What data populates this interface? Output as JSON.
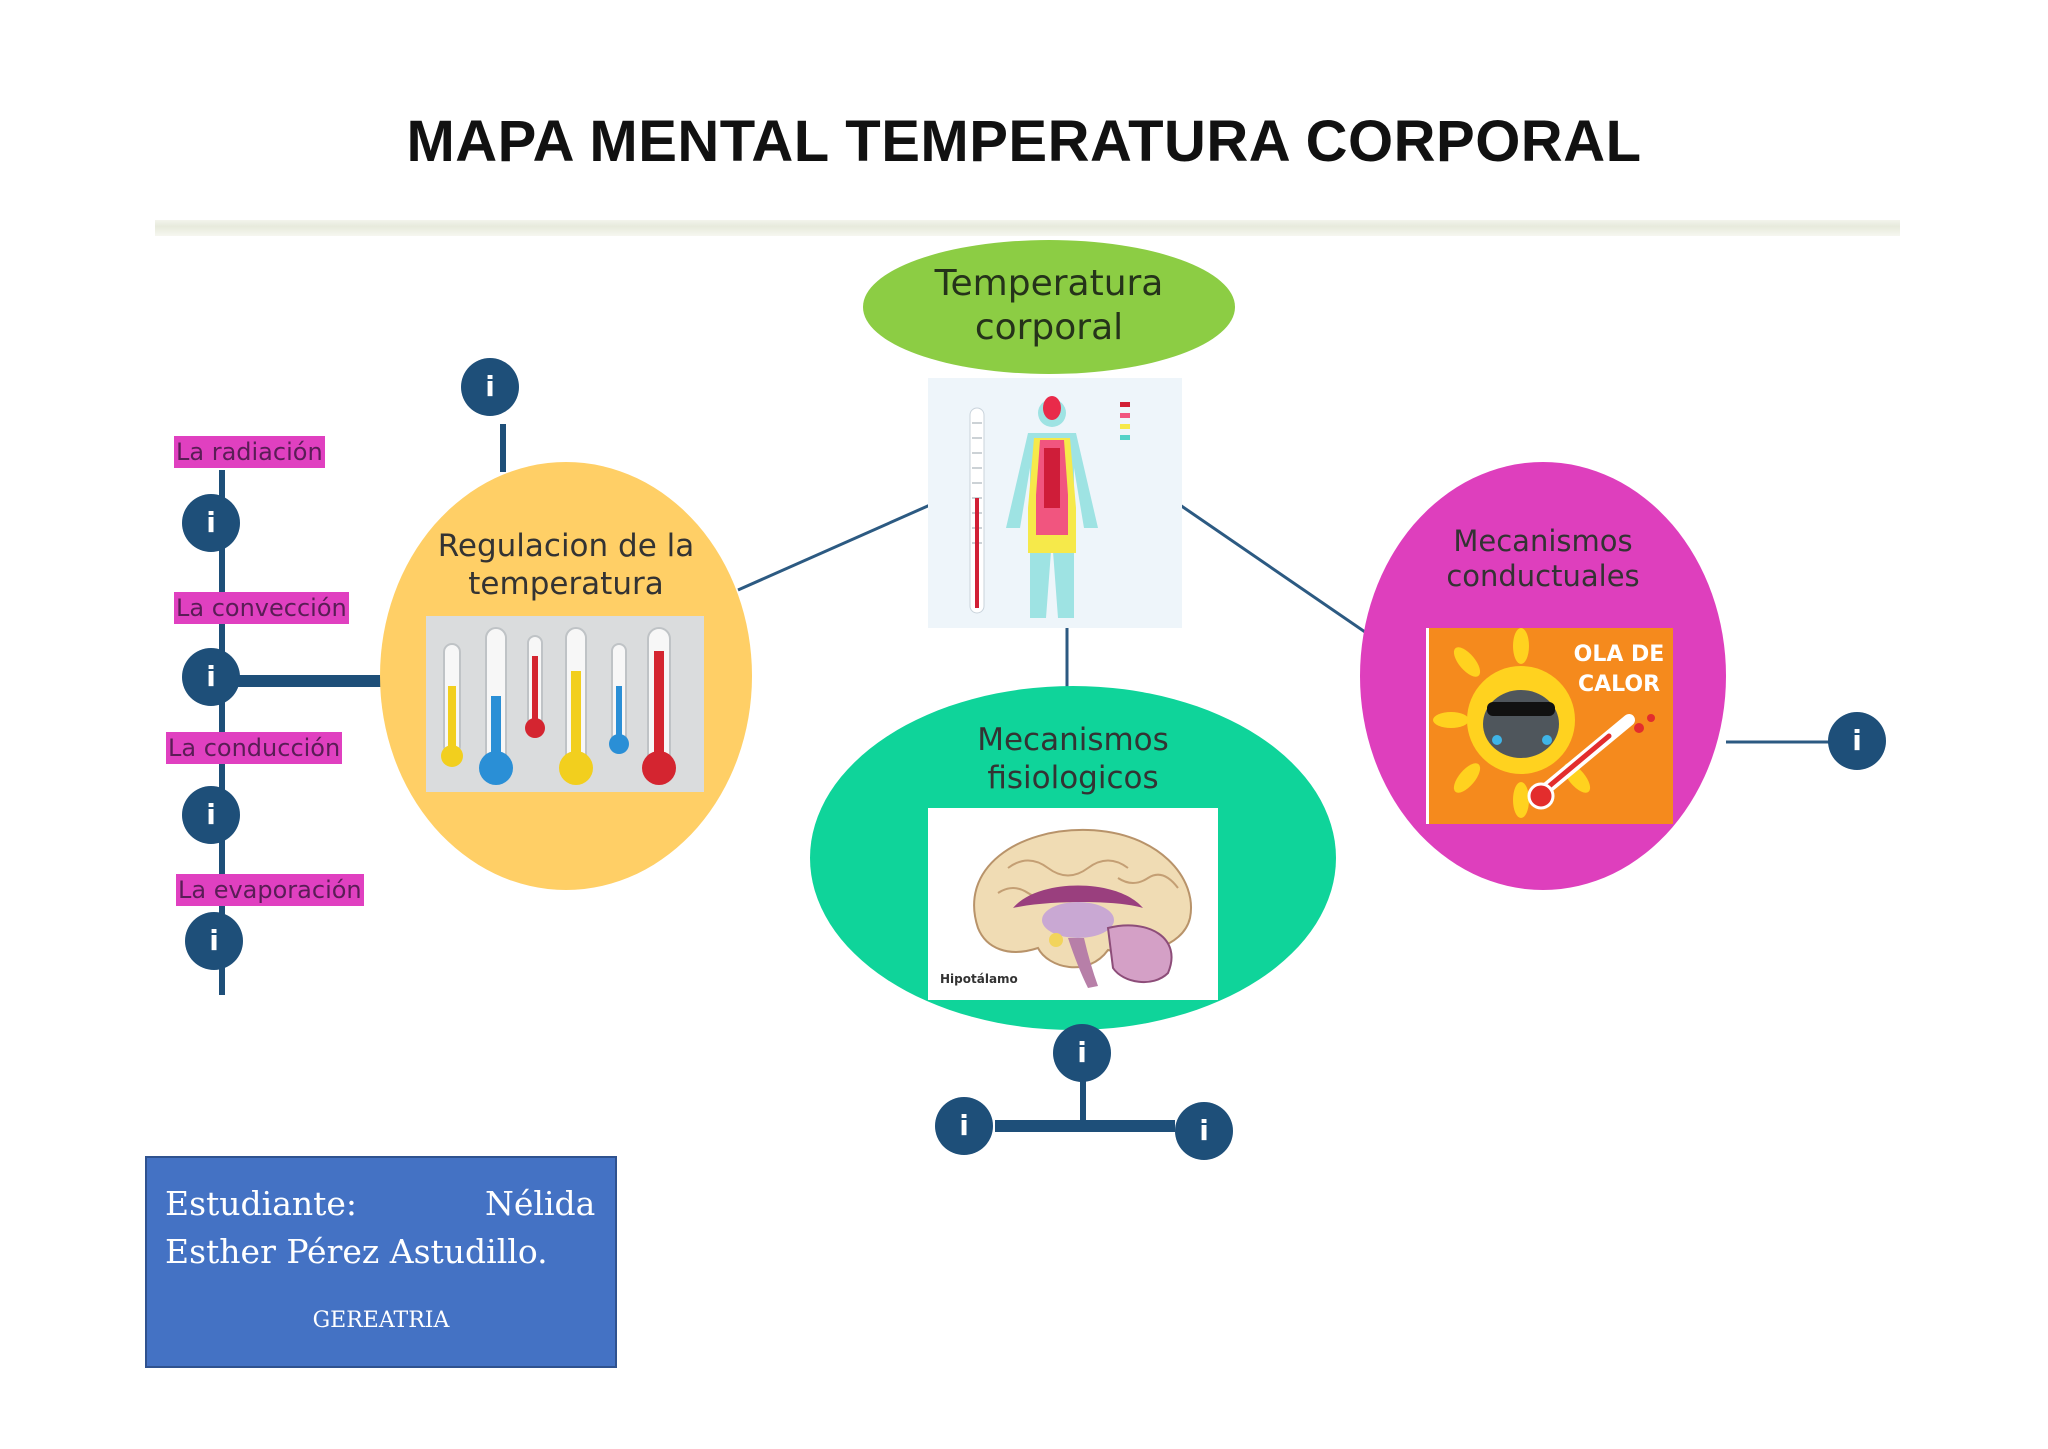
{
  "title": "MAPA MENTAL TEMPERATURA CORPORAL",
  "center": {
    "line1": "Temperatura",
    "line2": "corporal"
  },
  "regulacion": {
    "line1": "Regulacion de la",
    "line2": "temperatura"
  },
  "fisiologicos": {
    "line1": "Mecanismos",
    "line2": "fisiologicos",
    "image_label": "Hipotálamo"
  },
  "conductuales": {
    "line1": "Mecanismos",
    "line2": "conductuales",
    "image_text1": "OLA DE",
    "image_text2": "CALOR"
  },
  "tags": [
    "La radiación",
    "La convección",
    "La conducción",
    "La evaporación"
  ],
  "info_glyph": "i",
  "student": {
    "line1_left": "Estudiante:",
    "line1_right": "Nélida",
    "line2": "Esther Pérez Astudillo.",
    "subject": "GEREATRIA"
  },
  "colors": {
    "center": "#8ccd44",
    "regulacion": "#ffcf66",
    "fisiologicos": "#0fd49a",
    "conductuales": "#de3fbd",
    "info": "#1e4f79",
    "tag": "#e040c0",
    "student_box": "#4472c4"
  }
}
